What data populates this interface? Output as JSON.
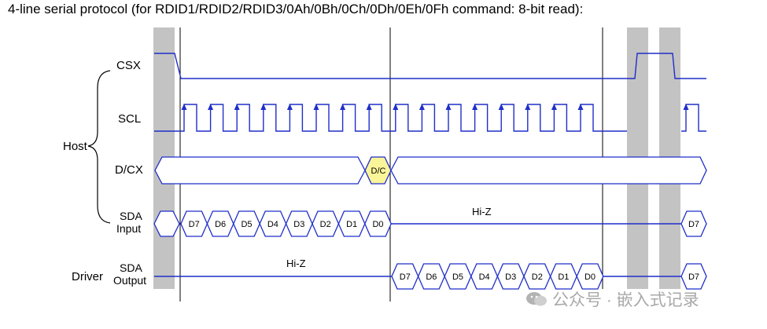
{
  "title": "4-line serial protocol (for RDID1/RDID2/RDID3/0Ah/0Bh/0Ch/0Dh/0Eh/0Fh command: 8-bit read):",
  "groups": {
    "host": "Host",
    "driver": "Driver"
  },
  "signals": {
    "csx": "CSX",
    "scl": "SCL",
    "dcx": "D/CX",
    "sda_input": {
      "line1": "SDA",
      "line2": "Input"
    },
    "sda_output": {
      "line1": "SDA",
      "line2": "Output"
    }
  },
  "dc_label": "D/C",
  "input_bits": [
    "D7",
    "D6",
    "D5",
    "D4",
    "D3",
    "D2",
    "D1",
    "D0"
  ],
  "output_bits": [
    "D7",
    "D6",
    "D5",
    "D4",
    "D3",
    "D2",
    "D1",
    "D0"
  ],
  "trailing_bit": "D7",
  "hiz_label": "Hi-Z",
  "watermark": "公众号 · 嵌入式记录",
  "colors": {
    "signal": "#1f2ec9",
    "dc_fill": "#fbf59a",
    "band": "#c3c3c3",
    "watermark": "#a9a9a9"
  }
}
